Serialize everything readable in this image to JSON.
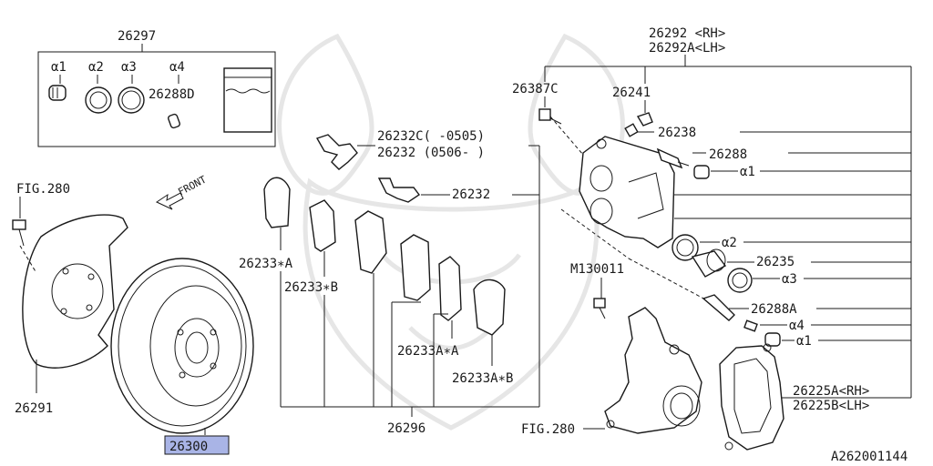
{
  "parts": {
    "kit_26297": "26297",
    "a1": "α1",
    "a2": "α2",
    "a3": "α3",
    "a4": "α4",
    "p26288D": "26288D",
    "fig280_top": "FIG.280",
    "front": "FRONT",
    "p26291": "26291",
    "p26300": "26300",
    "p26232C": "26232C( -0505)",
    "p26232_range": "26232 (0506- )",
    "p26232": "26232",
    "p26233A": "26233∗A",
    "p26233B": "26233∗B",
    "p26233AA": "26233A∗A",
    "p26233AB": "26233A∗B",
    "p26296": "26296",
    "p26292RH": "26292 <RH>",
    "p26292ALH": "26292A<LH>",
    "p26387C": "26387C",
    "p26241": "26241",
    "p26238": "26238",
    "p26288": "26288",
    "r_a1": "α1",
    "r_a2": "α2",
    "p26235": "26235",
    "r_a3": "α3",
    "M130011": "M130011",
    "p26288A": "26288A",
    "r_a4": "α4",
    "r_a1b": "α1",
    "p26225A": "26225A<RH>",
    "p26225B": "26225B<LH>",
    "fig280_bottom": "FIG.280",
    "diagram_code": "A262001144"
  },
  "highlight_color": "#a9b4e6"
}
